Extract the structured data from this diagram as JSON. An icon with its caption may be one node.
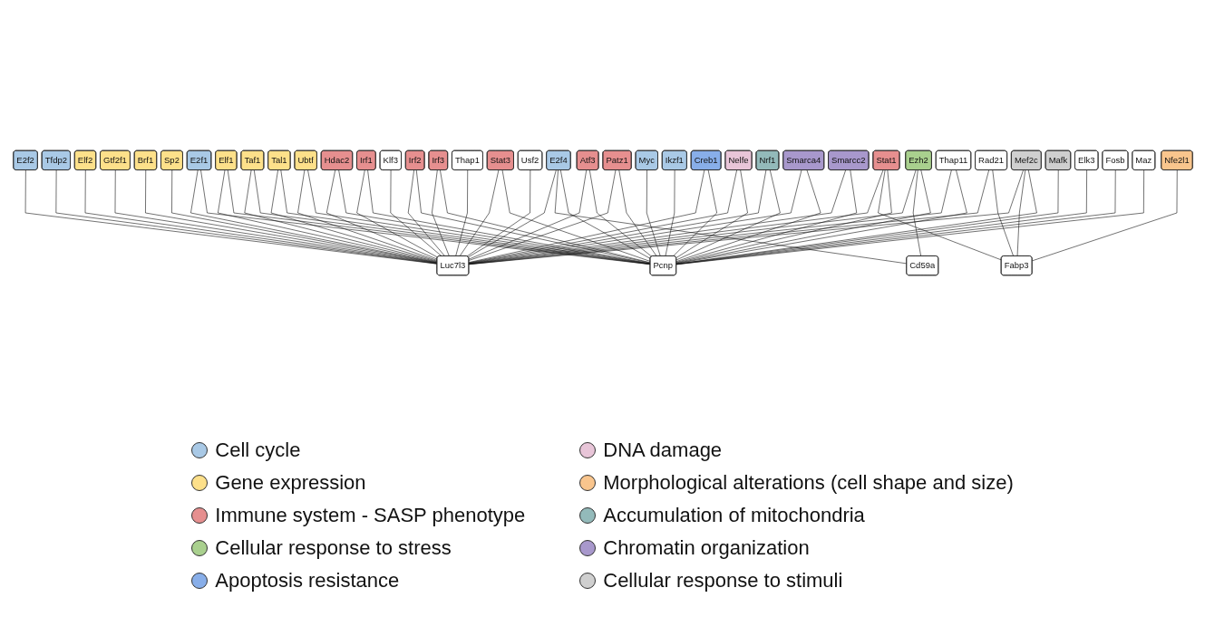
{
  "diagram": {
    "nodes": [
      {
        "text": [
          "E2f1"
        ]
      },
      {
        "text": [
          "E2f2"
        ]
      },
      {
        "text": [
          "E2f4"
        ]
      },
      {
        "text": [
          "Myc"
        ]
      },
      {
        "text": [
          "Ikzf1"
        ]
      },
      {
        "text": [
          "Tfdp2"
        ]
      },
      {
        "text": [
          "Elf1"
        ]
      },
      {
        "text": [
          "Elf2"
        ]
      },
      {
        "text": [
          "Gtf2f1"
        ]
      },
      {
        "text": [
          "Brf1"
        ]
      },
      {
        "text": [
          "Taf1"
        ]
      },
      {
        "text": [
          "Tal1"
        ]
      },
      {
        "text": [
          "Sp2"
        ]
      },
      {
        "text": [
          "Ubtf"
        ]
      },
      {
        "text": [
          "Hdac2"
        ]
      },
      {
        "text": [
          "Irf1"
        ]
      },
      {
        "text": [
          "Irf2"
        ]
      },
      {
        "text": [
          "Irf3"
        ]
      },
      {
        "text": [
          "Stat1"
        ]
      },
      {
        "text": [
          "Stat3"
        ]
      },
      {
        "text": [
          "Atf3"
        ]
      },
      {
        "text": [
          "Patz1"
        ]
      },
      {
        "text": [
          "Ezh2"
        ]
      },
      {
        "text": [
          "Creb1"
        ]
      },
      {
        "text": [
          "Nelfe"
        ]
      },
      {
        "text": [
          "Nfe2l1"
        ]
      },
      {
        "text": [
          "Nrf1"
        ]
      },
      {
        "text": [
          "Smarca4"
        ]
      },
      {
        "text": [
          "Smarcc2"
        ]
      },
      {
        "text": [
          "Mafk"
        ]
      },
      {
        "text": [
          "Mef2c"
        ]
      },
      {
        "text": [
          "Elk3"
        ]
      },
      {
        "text": [
          "Fosb"
        ]
      },
      {
        "text": [
          "Klf3"
        ]
      },
      {
        "text": [
          "Maz"
        ]
      },
      {
        "text": [
          "Rad21"
        ]
      },
      {
        "text": [
          "Thap1"
        ]
      },
      {
        "text": [
          "Thap11"
        ]
      },
      {
        "text": [
          "Usf2"
        ]
      },
      {
        "text": [
          "Luc7l3"
        ]
      },
      {
        "text": [
          "Cd59a"
        ]
      },
      {
        "text": [
          "Fabp3"
        ]
      },
      {
        "text": [
          "Pcnp"
        ]
      }
    ],
    "edges": [
      {
        "from": 0,
        "to": 39,
        "arrow": "none"
      },
      {
        "from": 0,
        "to": 42,
        "arrow": "none"
      },
      {
        "from": 1,
        "to": 39,
        "arrow": "none"
      },
      {
        "from": 2,
        "to": 39,
        "arrow": "none"
      },
      {
        "from": 2,
        "to": 40,
        "arrow": "none"
      },
      {
        "from": 2,
        "to": 42,
        "arrow": "none"
      },
      {
        "from": 3,
        "to": 42,
        "arrow": "none"
      },
      {
        "from": 4,
        "to": 42,
        "arrow": "none"
      },
      {
        "from": 5,
        "to": 39,
        "arrow": "none"
      },
      {
        "from": 6,
        "to": 39,
        "arrow": "none"
      },
      {
        "from": 6,
        "to": 42,
        "arrow": "none"
      },
      {
        "from": 7,
        "to": 39,
        "arrow": "none"
      },
      {
        "from": 8,
        "to": 39,
        "arrow": "none"
      },
      {
        "from": 9,
        "to": 39,
        "arrow": "none"
      },
      {
        "from": 10,
        "to": 39,
        "arrow": "none"
      },
      {
        "from": 10,
        "to": 42,
        "arrow": "none"
      },
      {
        "from": 11,
        "to": 39,
        "arrow": "none"
      },
      {
        "from": 11,
        "to": 42,
        "arrow": "none"
      },
      {
        "from": 12,
        "to": 39,
        "arrow": "none"
      },
      {
        "from": 13,
        "to": 39,
        "arrow": "none"
      },
      {
        "from": 13,
        "to": 42,
        "arrow": "none"
      },
      {
        "from": 14,
        "to": 39,
        "arrow": "none"
      },
      {
        "from": 14,
        "to": 42,
        "arrow": "none"
      },
      {
        "from": 15,
        "to": 39,
        "arrow": "none"
      },
      {
        "from": 15,
        "to": 42,
        "arrow": "none"
      },
      {
        "from": 16,
        "to": 39,
        "arrow": "none"
      },
      {
        "from": 16,
        "to": 42,
        "arrow": "none"
      },
      {
        "from": 17,
        "to": 39,
        "arrow": "none"
      },
      {
        "from": 17,
        "to": 42,
        "arrow": "none"
      },
      {
        "from": 18,
        "to": 39,
        "arrow": "none"
      },
      {
        "from": 18,
        "to": 41,
        "arrow": "none"
      },
      {
        "from": 18,
        "to": 42,
        "arrow": "none"
      },
      {
        "from": 19,
        "to": 39,
        "arrow": "none"
      },
      {
        "from": 19,
        "to": 42,
        "arrow": "none"
      },
      {
        "from": 20,
        "to": 39,
        "arrow": "none"
      },
      {
        "from": 20,
        "to": 42,
        "arrow": "none"
      },
      {
        "from": 21,
        "to": 39,
        "arrow": "none"
      },
      {
        "from": 21,
        "to": 42,
        "arrow": "none"
      },
      {
        "from": 22,
        "to": 39,
        "arrow": "none"
      },
      {
        "from": 22,
        "to": 40,
        "arrow": "none"
      },
      {
        "from": 22,
        "to": 42,
        "arrow": "none"
      },
      {
        "from": 23,
        "to": 39,
        "arrow": "none"
      },
      {
        "from": 23,
        "to": 42,
        "arrow": "none"
      },
      {
        "from": 24,
        "to": 39,
        "arrow": "none"
      },
      {
        "from": 24,
        "to": 42,
        "arrow": "none"
      },
      {
        "from": 25,
        "to": 41,
        "arrow": "none"
      },
      {
        "from": 26,
        "to": 39,
        "arrow": "none"
      },
      {
        "from": 26,
        "to": 42,
        "arrow": "none"
      },
      {
        "from": 27,
        "to": 39,
        "arrow": "none"
      },
      {
        "from": 27,
        "to": 42,
        "arrow": "none"
      },
      {
        "from": 28,
        "to": 39,
        "arrow": "none"
      },
      {
        "from": 28,
        "to": 42,
        "arrow": "none"
      },
      {
        "from": 29,
        "to": 42,
        "arrow": "none"
      },
      {
        "from": 30,
        "to": 39,
        "arrow": "none"
      },
      {
        "from": 30,
        "to": 41,
        "arrow": "none"
      },
      {
        "from": 30,
        "to": 42,
        "arrow": "none"
      },
      {
        "from": 31,
        "to": 42,
        "arrow": "none"
      },
      {
        "from": 32,
        "to": 42,
        "arrow": "none"
      },
      {
        "from": 33,
        "to": 39,
        "arrow": "none"
      },
      {
        "from": 34,
        "to": 42,
        "arrow": "none"
      },
      {
        "from": 35,
        "to": 39,
        "arrow": "none"
      },
      {
        "from": 35,
        "to": 41,
        "arrow": "none"
      },
      {
        "from": 36,
        "to": 39,
        "arrow": "none"
      },
      {
        "from": 37,
        "to": 39,
        "arrow": "none"
      },
      {
        "from": 37,
        "to": 42,
        "arrow": "none"
      },
      {
        "from": 38,
        "to": 39,
        "arrow": "none"
      }
    ],
    "legend": [
      {
        "text": "Cell cycle",
        "color": "#a9c9e6"
      },
      {
        "text": "Gene expression",
        "color": "#fde08a"
      },
      {
        "text": "Immune system - SASP phenotype",
        "color": "#e68f8f"
      },
      {
        "text": "Cellular response to stress",
        "color": "#a9d08e"
      },
      {
        "text": "Apoptosis resistance",
        "color": "#88aee9"
      },
      {
        "text": "DNA damage",
        "color": "#e8c5d8"
      },
      {
        "text": "Morphological alterations (cell shape and size)",
        "color": "#f9c58d"
      },
      {
        "text": "Accumulation of mitochondria",
        "color": "#93baba"
      },
      {
        "text": "Chromatin organization",
        "color": "#a898cc"
      },
      {
        "text": "Cellular response to stimuli",
        "color": "#cfcfcf"
      }
    ]
  }
}
